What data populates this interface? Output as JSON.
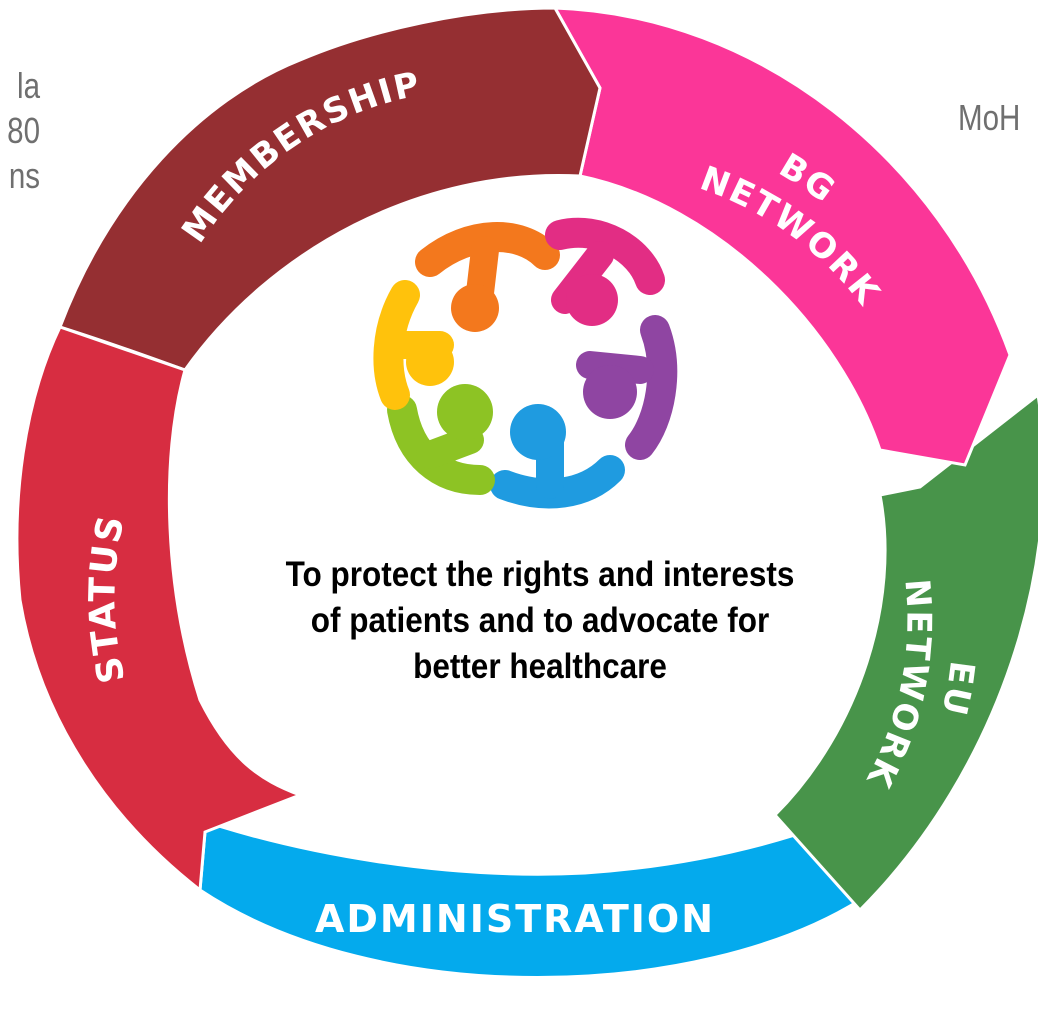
{
  "left_fragment": {
    "lines": [
      "la",
      "80",
      "ns"
    ]
  },
  "right_fragment": {
    "text": "MoH"
  },
  "segments": {
    "membership": {
      "label": "MEMBERSHIP",
      "color": "#952F32"
    },
    "bg_network": {
      "label_line1": "BG",
      "label_line2": "NETWORK",
      "color": "#FB3698"
    },
    "eu_network": {
      "label_line1": "EU",
      "label_line2": "NETWORK",
      "color": "#48944A"
    },
    "administration": {
      "label": "ADMINISTRATION",
      "color": "#04AAED"
    },
    "status": {
      "label": "STATUS",
      "color": "#D72D41"
    }
  },
  "mission": {
    "lines": [
      "To protect the rights and interests",
      "of patients and to advocate for",
      "better healthcare"
    ]
  },
  "logo": {
    "colors": [
      "#F3781D",
      "#E22D84",
      "#8F45A2",
      "#1F9BE0",
      "#8DC324",
      "#FFC20C"
    ]
  }
}
